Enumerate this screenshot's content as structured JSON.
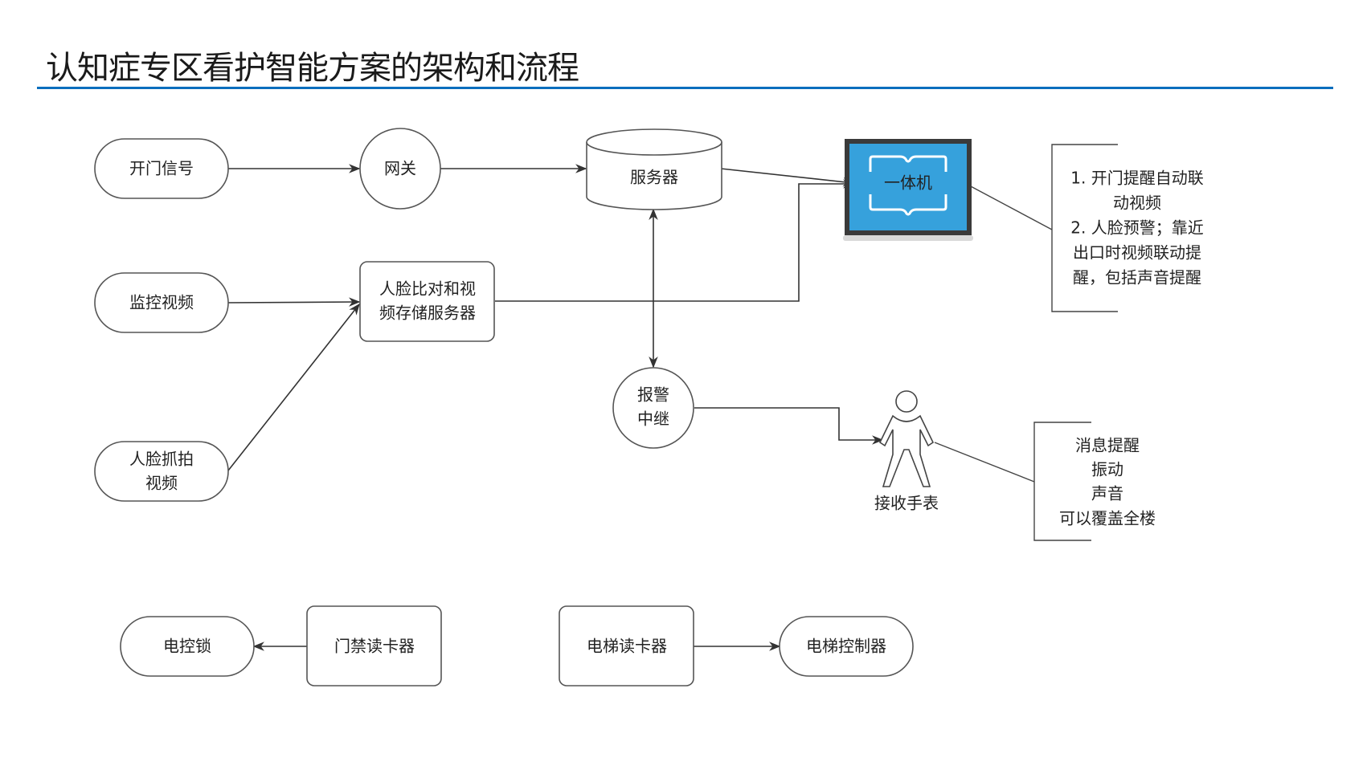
{
  "title": "认知症专区看护智能方案的架构和流程",
  "colors": {
    "title_rule": "#0a6ebd",
    "monitor_screen": "#36a1dc",
    "monitor_frame": "#3a3a3a",
    "node_stroke": "#555555"
  },
  "nodes": {
    "door_signal": "开门信号",
    "gateway": "网关",
    "server": "服务器",
    "all_in_one": "一体机",
    "cctv_video": [
      "监控视频"
    ],
    "face_server": [
      "人脸比对和视",
      "频存储服务器"
    ],
    "face_capture": [
      "人脸抓拍",
      "视频"
    ],
    "alarm_relay": [
      "报警",
      "中继"
    ],
    "watch_receiver": "接收手表",
    "electric_lock": "电控锁",
    "door_card_reader": "门禁读卡器",
    "elevator_card_reader": "电梯读卡器",
    "elevator_controller": "电梯控制器"
  },
  "notes": {
    "all_in_one_note": [
      "1. 开门提醒自动联",
      "动视频",
      "2. 人脸预警；靠近",
      "出口时视频联动提",
      "醒，包括声音提醒"
    ],
    "watch_note": [
      "消息提醒",
      "振动",
      "声音",
      "可以覆盖全楼"
    ]
  },
  "edges": [
    {
      "from": "开门信号",
      "to": "网关",
      "arrow": "end"
    },
    {
      "from": "网关",
      "to": "服务器",
      "arrow": "end"
    },
    {
      "from": "服务器",
      "to": "一体机",
      "arrow": "end"
    },
    {
      "from": "人脸比对和视频存储服务器",
      "to": "一体机",
      "arrow": "end"
    },
    {
      "from": "监控视频",
      "to": "人脸比对和视频存储服务器",
      "arrow": "end"
    },
    {
      "from": "人脸抓拍视频",
      "to": "人脸比对和视频存储服务器",
      "arrow": "end"
    },
    {
      "from": "服务器",
      "to": "报警中继",
      "arrow": "both"
    },
    {
      "from": "报警中继",
      "to": "接收手表",
      "arrow": "end"
    },
    {
      "from": "门禁读卡器",
      "to": "电控锁",
      "arrow": "end"
    },
    {
      "from": "电梯读卡器",
      "to": "电梯控制器",
      "arrow": "end"
    }
  ]
}
